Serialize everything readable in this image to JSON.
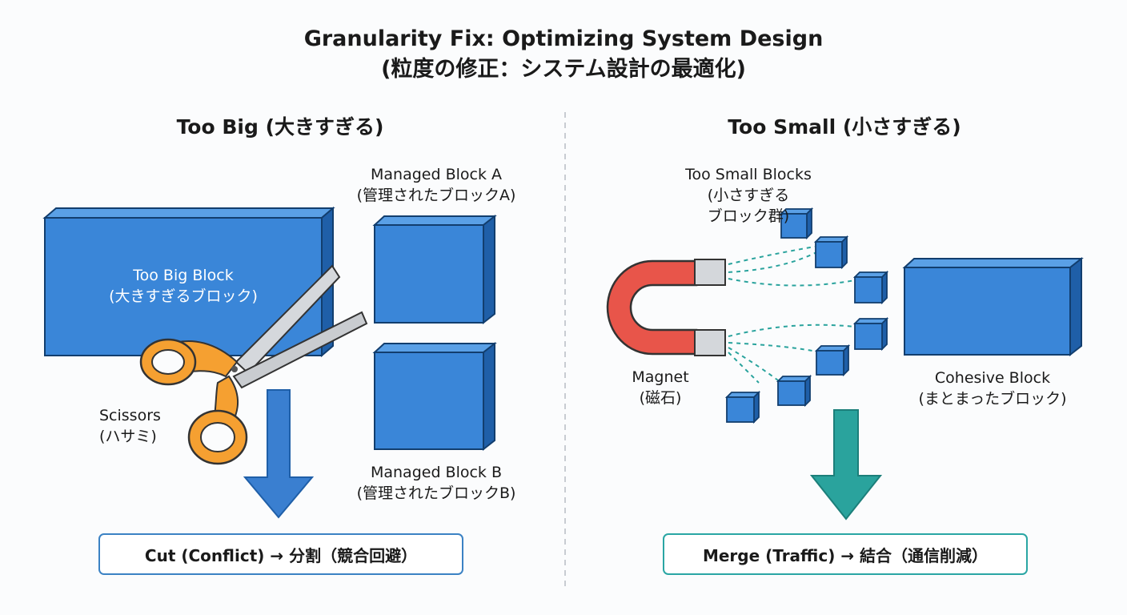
{
  "title": {
    "line1": "Granularity Fix: Optimizing System Design",
    "line2": "(粒度の修正：システム設計の最適化)"
  },
  "left_panel": {
    "heading": "Too Big (大きすぎる)",
    "big_block": {
      "line1": "Too Big Block",
      "line2": "(大きすぎるブロック)"
    },
    "block_a": {
      "line1": "Managed Block A",
      "line2": "(管理されたブロックA)"
    },
    "block_b": {
      "line1": "Managed Block B",
      "line2": "(管理されたブロックB)"
    },
    "scissors": {
      "line1": "Scissors",
      "line2": "(ハサミ)",
      "icon": "scissors-icon"
    },
    "result": "Cut (Conflict) → 分割（競合回避）"
  },
  "right_panel": {
    "heading": "Too Small (小さすぎる)",
    "small_blocks": {
      "line1": "Too Small Blocks",
      "line2": "(小さすぎる",
      "line3": "ブロック群)"
    },
    "magnet": {
      "line1": "Magnet",
      "line2": "(磁石)",
      "icon": "magnet-icon"
    },
    "cohesive_block": {
      "line1": "Cohesive Block",
      "line2": "(まとまったブロック)"
    },
    "result": "Merge (Traffic) → 結合（通信削減）"
  },
  "colors": {
    "block_front": "#3a86d8",
    "block_top": "#5aa0e6",
    "block_side": "#1f5fa8",
    "block_edge": "#123e6e",
    "arrow_blue": "#3a7fd0",
    "arrow_teal": "#2aa39d",
    "magnet_red": "#e8554a",
    "scissors_orange": "#f5a031",
    "divider": "#c8ccd2"
  }
}
